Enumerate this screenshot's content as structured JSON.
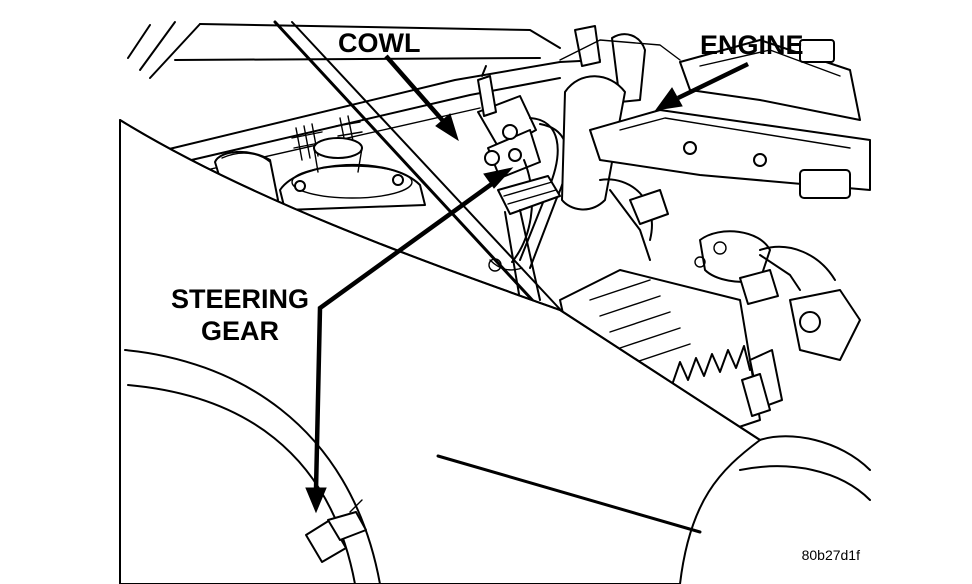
{
  "labels": {
    "cowl": "COWL",
    "engine": "ENGINE",
    "steering_line1": "STEERING",
    "steering_line2": "GEAR"
  },
  "figure_code": "80b27d1f",
  "colors": {
    "ink": "#000000",
    "paper": "#ffffff"
  }
}
